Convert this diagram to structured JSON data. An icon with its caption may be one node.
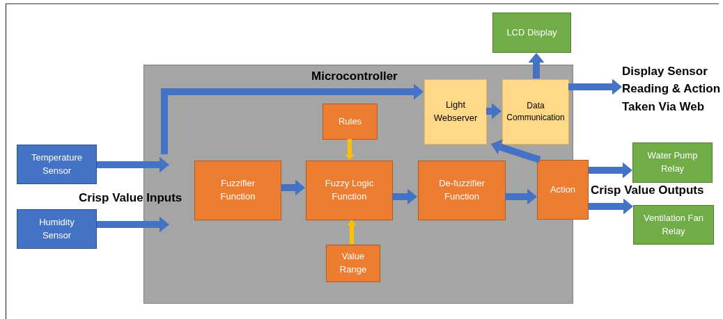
{
  "diagram": {
    "nodes": [
      {
        "text": [
          "Microcontroller"
        ]
      },
      {
        "text": [
          "Temperature Sensor"
        ]
      },
      {
        "text": [
          "Humidity Sensor"
        ]
      },
      {
        "text": [
          "Fuzzifier Function"
        ],
        "in": 0
      },
      {
        "text": [
          "Rules"
        ],
        "in": 0
      },
      {
        "text": [
          "Fuzzy Logic Function"
        ],
        "in": 0
      },
      {
        "text": [
          "Value Range"
        ],
        "in": 0
      },
      {
        "text": [
          "De-fuzzifier Function"
        ],
        "in": 0
      },
      {
        "text": [
          "Action"
        ]
      },
      {
        "text": [
          "Light Webserver"
        ],
        "in": 0
      },
      {
        "text": [
          "Data Communication"
        ],
        "in": 0
      },
      {
        "text": [
          "LCD Display"
        ]
      },
      {
        "text": [
          "Display Sensor Reading & Action Taken Via Web"
        ]
      },
      {
        "text": [
          "Water Pump Relay"
        ]
      },
      {
        "text": [
          "Ventilation Fan Relay"
        ]
      }
    ],
    "edges": [
      {
        "from": 1,
        "to": 0,
        "arrow": "to"
      },
      {
        "from": 2,
        "to": 0,
        "arrow": "to"
      },
      {
        "from": null,
        "to": 9,
        "arrow": "to"
      },
      {
        "from": 3,
        "to": 5,
        "arrow": "to"
      },
      {
        "from": 4,
        "to": 5,
        "arrow": "to",
        "color": "#ffc000"
      },
      {
        "from": 6,
        "to": 5,
        "arrow": "to",
        "color": "#ffc000"
      },
      {
        "from": 5,
        "to": 7,
        "arrow": "to"
      },
      {
        "from": 7,
        "to": 8,
        "arrow": "to"
      },
      {
        "from": 8,
        "to": 9,
        "arrow": "to"
      },
      {
        "from": 9,
        "to": 10,
        "arrow": "to"
      },
      {
        "from": 10,
        "to": 11,
        "arrow": "to"
      },
      {
        "from": 10,
        "to": 12,
        "arrow": "to"
      },
      {
        "from": 8,
        "to": 13,
        "arrow": "to"
      },
      {
        "from": 8,
        "to": 14,
        "arrow": "to"
      }
    ],
    "labels": [
      "Crisp Value Inputs",
      "Crisp Value Outputs"
    ]
  }
}
